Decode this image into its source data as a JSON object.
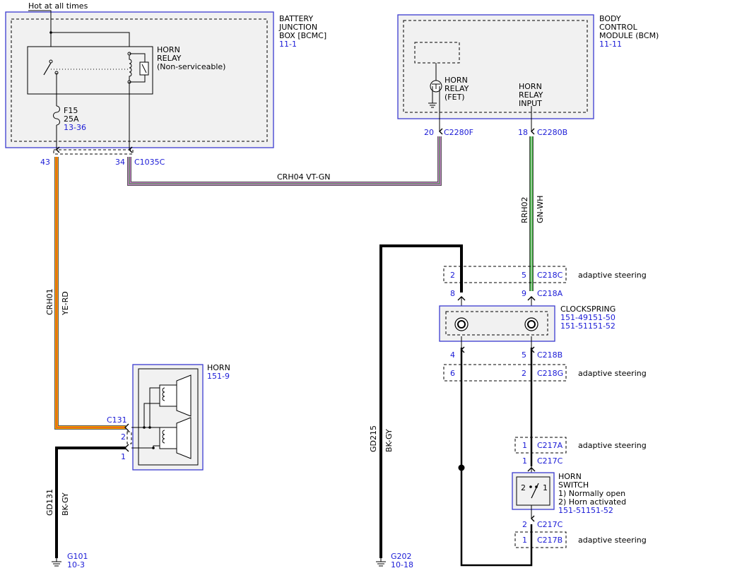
{
  "hot_label": "Hot at all times",
  "bjb": {
    "title": [
      "BATTERY",
      "JUNCTION",
      "BOX [BCMC]"
    ],
    "ref": "11-1"
  },
  "relay": {
    "title": [
      "HORN",
      "RELAY",
      "(Non-serviceable)"
    ]
  },
  "fuse": {
    "name": "F15",
    "rating": "25A",
    "ref": "13-36"
  },
  "bcm": {
    "title": [
      "BODY",
      "CONTROL",
      "MODULE (BCM)"
    ],
    "ref": "11-11"
  },
  "fet": {
    "title": [
      "HORN",
      "RELAY",
      "(FET)"
    ]
  },
  "relay_input": {
    "title": [
      "HORN",
      "RELAY",
      "INPUT"
    ]
  },
  "pins": {
    "p43": "43",
    "p34": "34",
    "c1035c": "C1035C",
    "p20": "20",
    "c2280f": "C2280F",
    "p18": "18",
    "c2280b": "C2280B",
    "c218c_a": "2",
    "c218c_b": "5",
    "c218c": "C218C",
    "c218a_a": "8",
    "c218a_b": "9",
    "c218a": "C218A",
    "c218b_a": "4",
    "c218b_b": "5",
    "c218b": "C218B",
    "c218g_a": "6",
    "c218g_b": "2",
    "c218g": "C218G",
    "c217a_n": "1",
    "c217a": "C217A",
    "c217c_top_n": "1",
    "c217c_top": "C217C",
    "c217c_bot_n": "2",
    "c217c_bot": "C217C",
    "c217b_n": "1",
    "c217b": "C217B",
    "c131": "C131",
    "c131_2": "2",
    "c131_1": "1"
  },
  "wires": {
    "crh04": "CRH04 VT-GN",
    "crh01": "CRH01",
    "crh01_color": "YE-RD",
    "rrh02": "RRH02",
    "rrh02_color": "GN-WH",
    "gd215": "GD215",
    "gd215_color": "BK-GY",
    "gd131": "GD131",
    "gd131_color": "BK-GY"
  },
  "adaptive": "adaptive steering",
  "clockspring": {
    "title": "CLOCKSPRING",
    "ref1": "151-49151-50",
    "ref2": "151-51151-52"
  },
  "horn": {
    "title": "HORN",
    "ref": "151-9"
  },
  "horn_switch": {
    "title": [
      "HORN",
      "SWITCH"
    ],
    "note1": "1) Normally open",
    "note2": "2) Horn activated",
    "ref": "151-51151-52",
    "pin2": "2",
    "pin1": "1"
  },
  "grounds": {
    "g101": "G101",
    "g101_ref": "10-3",
    "g202": "G202",
    "g202_ref": "10-18"
  },
  "colors": {
    "module_border": "#3b3bd0",
    "ref_text": "#1a1ad6",
    "ye_rd": "#f5a800",
    "vt_gn": "#c47bc7",
    "gn_wh": "#2e9e2e"
  }
}
